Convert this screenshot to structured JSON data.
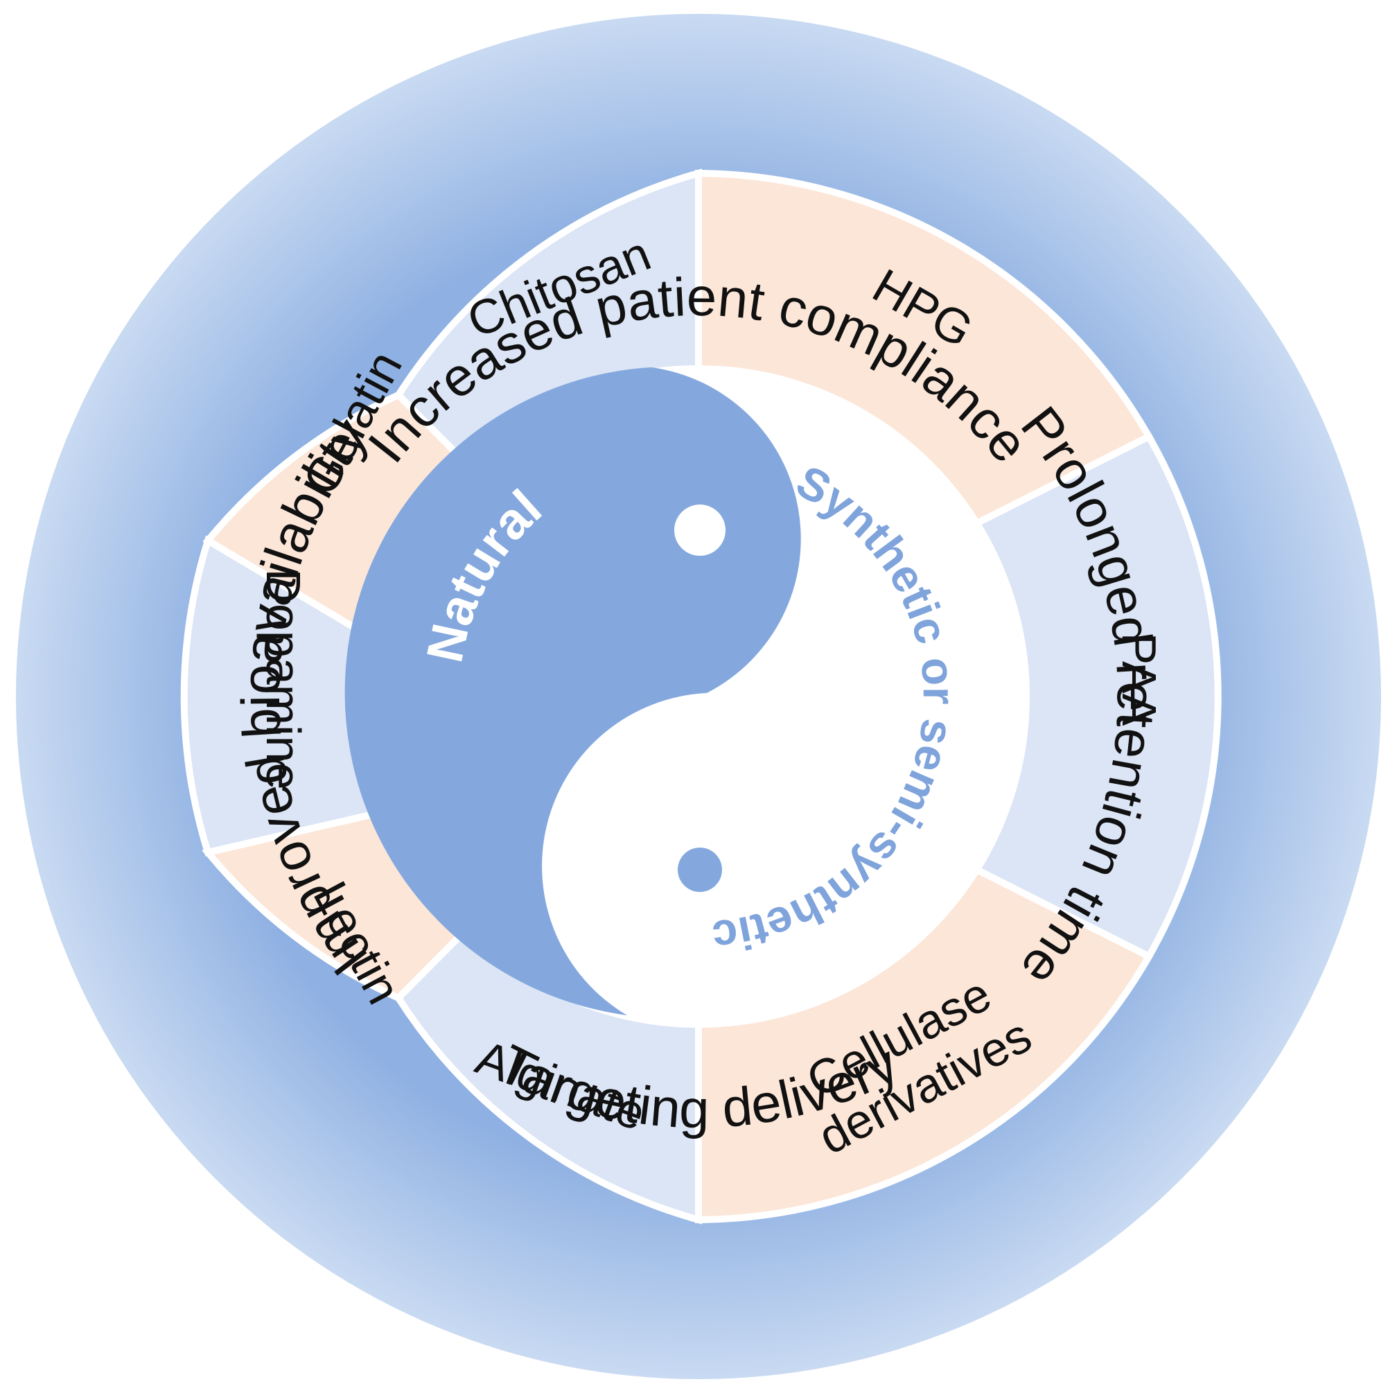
{
  "outer_ring": {
    "top": "Increased patient compliance",
    "right": "Prolonged retention time",
    "bottom": "Targeting  delivery",
    "left": "Improved bioavailability"
  },
  "segments": {
    "chitosan": "Chitosan",
    "gelatin": "Gelatin",
    "dopamine": "Dopamine",
    "lectin": "Lectin",
    "alginate": "Alginate",
    "hpg": "HPG",
    "paa": "PAA",
    "cellulase_line1": "Cellulase",
    "cellulase_line2": "derivatives"
  },
  "center": {
    "natural": "Natural",
    "synthetic": "Synthetic or semi-synthetic"
  },
  "colors": {
    "outer_ring": "#a3bfe8",
    "blue_segment": "#dbe5f5",
    "peach_segment": "#fce6d8",
    "yin_blue": "#84a8de",
    "synthetic_text": "#7fa3db"
  }
}
